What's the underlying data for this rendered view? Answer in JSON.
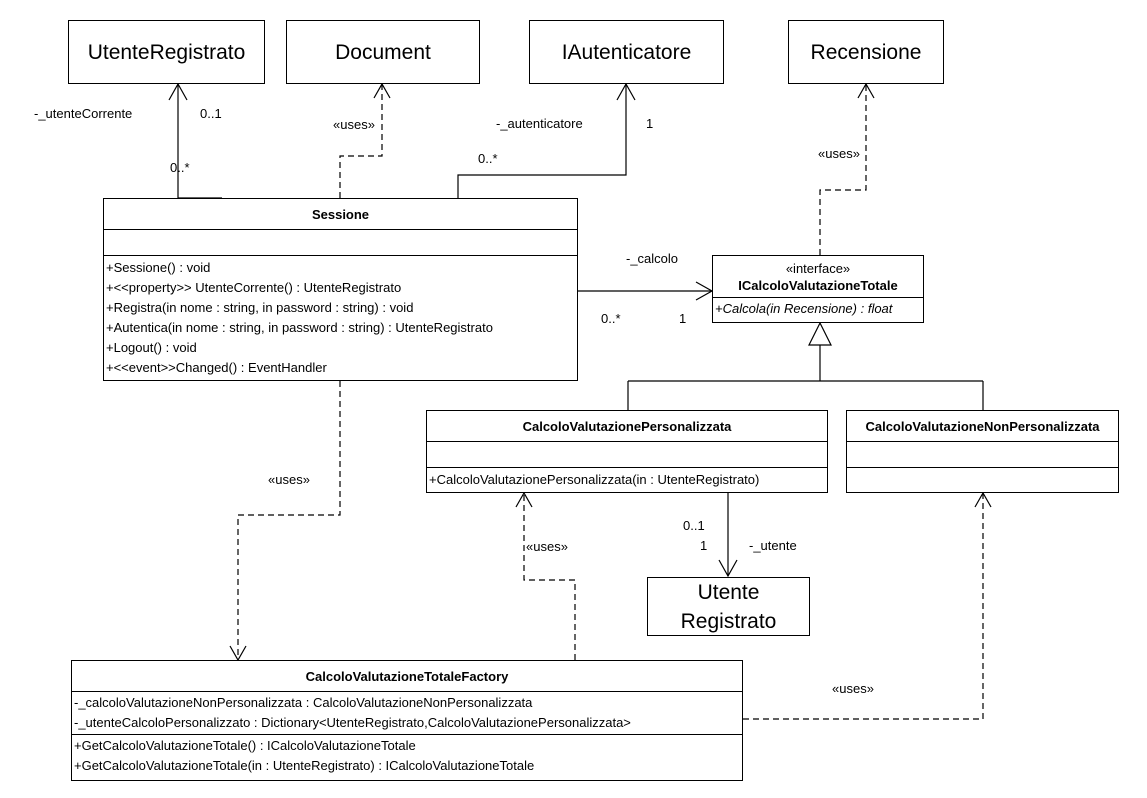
{
  "plain_boxes": {
    "utente_registrato_top": "UtenteRegistrato",
    "document": "Document",
    "iautenticatore": "IAutenticatore",
    "recensione": "Recensione",
    "utente_registrato_bottom": [
      "Utente",
      "Registrato"
    ]
  },
  "classes": {
    "sessione": {
      "name": "Sessione",
      "attributes": [],
      "operations": [
        "+Sessione() : void",
        "+<<property>> UtenteCorrente() : UtenteRegistrato",
        "+Registra(in nome : string, in password : string) : void",
        "+Autentica(in nome : string, in password : string) : UtenteRegistrato",
        "+Logout() : void",
        "+<<event>>Changed() : EventHandler"
      ]
    },
    "icalcolo": {
      "stereotype": "«interface»",
      "name": "ICalcoloValutazioneTotale",
      "operations": [
        "+Calcola(in Recensione) : float"
      ]
    },
    "personalizzata": {
      "name": "CalcoloValutazionePersonalizzata",
      "attributes": [],
      "operations": [
        "+CalcoloValutazionePersonalizzata(in  : UtenteRegistrato)"
      ]
    },
    "non_personalizzata": {
      "name": "CalcoloValutazioneNonPersonalizzata",
      "attributes": [],
      "operations": []
    },
    "factory": {
      "name": "CalcoloValutazioneTotaleFactory",
      "attributes": [
        "-_calcoloValutazioneNonPersonalizzata : CalcoloValutazioneNonPersonalizzata",
        "-_utenteCalcoloPersonalizzato : Dictionary<UtenteRegistrato,CalcoloValutazionePersonalizzata>"
      ],
      "operations": [
        "+GetCalcoloValutazioneTotale() : ICalcoloValutazioneTotale",
        "+GetCalcoloValutazioneTotale(in  : UtenteRegistrato) : ICalcoloValutazioneTotale"
      ]
    }
  },
  "labels": {
    "utente_corrente_role": "-_utenteCorrente",
    "utente_corrente_mult_target": "0..1",
    "utente_corrente_mult_source": "0..*",
    "uses_document": "«uses»",
    "autenticatore_role": "-_autenticatore",
    "autenticatore_mult_target": "1",
    "autenticatore_mult_source": "0..*",
    "uses_recensione": "«uses»",
    "calcolo_role": "-_calcolo",
    "calcolo_mult_source": "0..*",
    "calcolo_mult_target": "1",
    "uses_factory": "«uses»",
    "uses_personalizzata": "«uses»",
    "utente_mult_source": "0..1",
    "utente_mult_target": "1",
    "utente_role": "-_utente",
    "uses_non_personalizzata": "«uses»"
  }
}
